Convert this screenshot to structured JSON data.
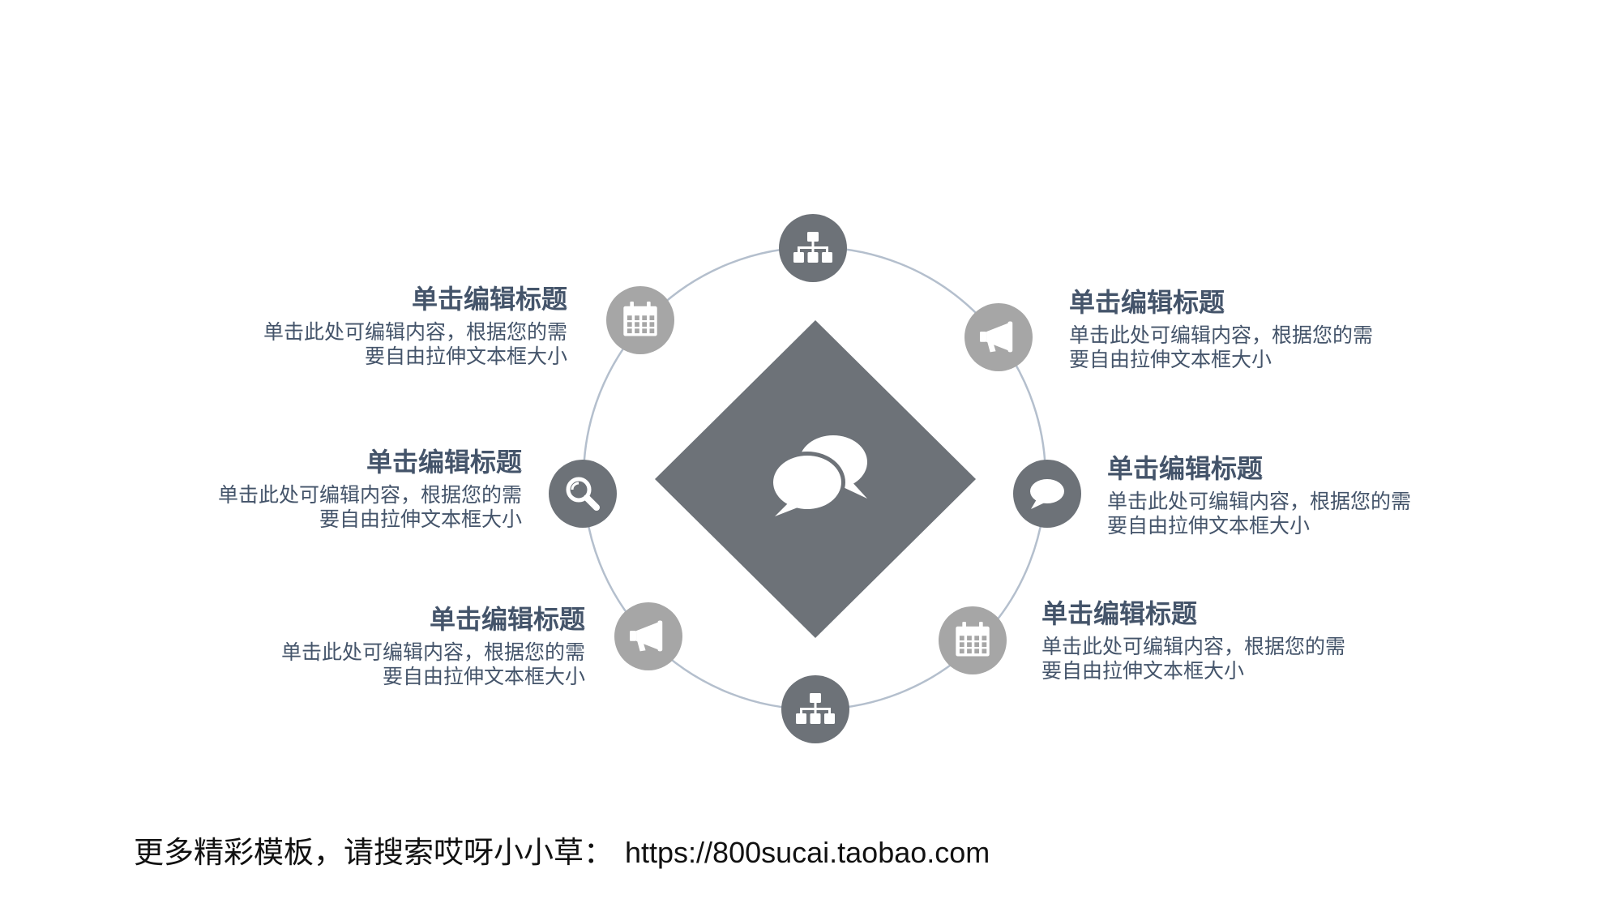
{
  "colors": {
    "text": "#44546a",
    "ring": "#b4bfcd",
    "dark": "#6d7278",
    "light": "#a6a6a6",
    "icon": "#ffffff",
    "footer": "#111111"
  },
  "center_icon": "speech-bubbles-icon",
  "nodes": [
    {
      "icon": "sitemap-icon",
      "tone": "dark"
    },
    {
      "icon": "calendar-icon",
      "tone": "light"
    },
    {
      "icon": "search-icon",
      "tone": "dark"
    },
    {
      "icon": "megaphone-icon",
      "tone": "light"
    },
    {
      "icon": "sitemap-icon",
      "tone": "dark"
    },
    {
      "icon": "calendar-icon",
      "tone": "light"
    },
    {
      "icon": "chat-bubble-icon",
      "tone": "dark"
    },
    {
      "icon": "megaphone-icon",
      "tone": "light"
    }
  ],
  "items": [
    {
      "title": "单击编辑标题",
      "body": [
        "单击此处可编辑内容，根据您的需",
        "要自由拉伸文本框大小"
      ]
    },
    {
      "title": "单击编辑标题",
      "body": [
        "单击此处可编辑内容，根据您的需",
        "要自由拉伸文本框大小"
      ]
    },
    {
      "title": "单击编辑标题",
      "body": [
        "单击此处可编辑内容，根据您的需",
        "要自由拉伸文本框大小"
      ]
    },
    {
      "title": "单击编辑标题",
      "body": [
        "单击此处可编辑内容，根据您的需",
        "要自由拉伸文本框大小"
      ]
    },
    {
      "title": "单击编辑标题",
      "body": [
        "单击此处可编辑内容，根据您的需",
        "要自由拉伸文本框大小"
      ]
    },
    {
      "title": "单击编辑标题",
      "body": [
        "单击此处可编辑内容，根据您的需",
        "要自由拉伸文本框大小"
      ]
    }
  ],
  "footer": {
    "text": "更多精彩模板，请搜索哎呀小小草：",
    "url": "https://800sucai.taobao.com"
  }
}
